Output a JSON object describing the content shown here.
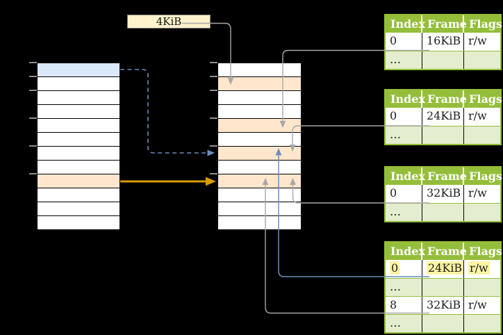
{
  "page_size_label": "4KiB",
  "colors": {
    "background": "#000000",
    "table_green": "#94BE3A",
    "table_light_green": "#E4EDCE",
    "header_text": "#FFFFFF",
    "body_text": "#1C1C1C",
    "highlight_yellow": "#FBF5A3",
    "row_blue": "#DAE8FC",
    "row_orange": "#FFE6CC",
    "label_box_fill": "#FFF2CC",
    "arrow_gold": "#D79B00",
    "arrow_blue": "#6C8EBF",
    "arrow_gray": "#A8A8A8",
    "tick_gray": "#8F8F8F"
  },
  "memory_columns": {
    "virtual": {
      "rows": 12,
      "highlights": {
        "0": "row_blue",
        "8": "row_orange"
      },
      "tick_rows": [
        0,
        1,
        2,
        4,
        6,
        8
      ]
    },
    "physical": {
      "rows": 12,
      "highlights": {
        "1": "row_orange",
        "4": "row_orange",
        "6": "row_orange",
        "8": "row_orange"
      },
      "tick_rows": [
        0,
        1,
        2,
        4,
        6,
        8
      ]
    }
  },
  "page_tables": [
    {
      "name": "page-table-1",
      "headers": [
        "Index",
        "Frame",
        "Flags"
      ],
      "rows": [
        {
          "cells": [
            "0",
            "16KiB",
            "r/w"
          ]
        },
        {
          "cells": [
            "…",
            "",
            ""
          ],
          "shaded": true
        }
      ]
    },
    {
      "name": "page-table-2",
      "headers": [
        "Index",
        "Frame",
        "Flags"
      ],
      "rows": [
        {
          "cells": [
            "0",
            "24KiB",
            "r/w"
          ]
        },
        {
          "cells": [
            "…",
            "",
            ""
          ],
          "shaded": true
        }
      ]
    },
    {
      "name": "page-table-3",
      "headers": [
        "Index",
        "Frame",
        "Flags"
      ],
      "rows": [
        {
          "cells": [
            "0",
            "32KiB",
            "r/w"
          ]
        },
        {
          "cells": [
            "…",
            "",
            ""
          ],
          "shaded": true
        }
      ]
    },
    {
      "name": "page-table-4",
      "headers": [
        "Index",
        "Frame",
        "Flags"
      ],
      "rows": [
        {
          "cells": [
            "0",
            "24KiB",
            "r/w"
          ],
          "highlighted": true
        },
        {
          "cells": [
            "…",
            "",
            ""
          ],
          "shaded": true
        },
        {
          "cells": [
            "8",
            "32KiB",
            "r/w"
          ]
        },
        {
          "cells": [
            "…",
            "",
            ""
          ],
          "shaded": true
        }
      ]
    }
  ]
}
